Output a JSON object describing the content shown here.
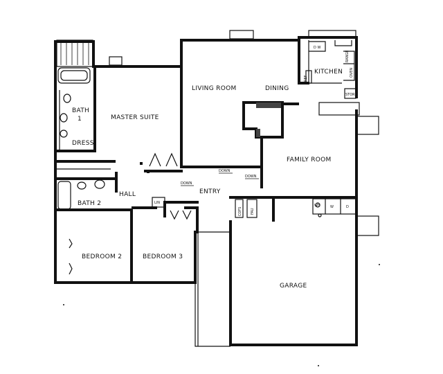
{
  "rooms": {
    "living_room": "LIVING ROOM",
    "dining": "DINING",
    "kitchen": "KITCHEN",
    "master_suite": "MASTER SUITE",
    "bath1_line1": "BATH",
    "bath1_line2": "1",
    "dress": "DRESS",
    "family_room": "FAMILY ROOM",
    "hall": "HALL",
    "entry": "ENTRY",
    "bath2": "BATH 2",
    "bedroom2": "BEDROOM 2",
    "bedroom3": "BEDROOM 3",
    "garage": "GARAGE"
  },
  "fixtures": {
    "dw": "D W",
    "ref": "REF",
    "range": "RANGE",
    "oven": "OVEN",
    "stor": "STOR",
    "lin": "LIN",
    "cofs": "COFS",
    "fau": "FAU",
    "wh": "WH",
    "w": "W",
    "d": "D"
  },
  "annotations": {
    "down_living": "DOWN",
    "down_hall": "DOWN",
    "down_family": "DOWN"
  }
}
